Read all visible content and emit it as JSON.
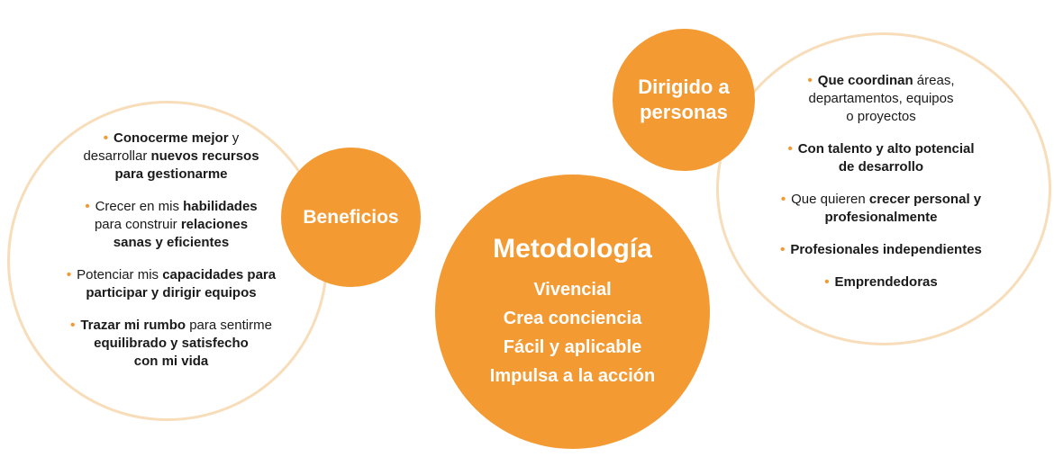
{
  "colors": {
    "accent": "#f39a33",
    "ring": "#f7ddb9",
    "text": "#1a1a1a"
  },
  "bullet_glyph": "•",
  "beneficios": {
    "title": "Beneficios",
    "items": [
      {
        "lines": [
          [
            {
              "t": "Conocerme mejor",
              "b": true
            },
            {
              "t": " y",
              "b": false
            }
          ],
          [
            {
              "t": "desarrollar ",
              "b": false
            },
            {
              "t": "nuevos recursos",
              "b": true
            }
          ],
          [
            {
              "t": "para gestionarme",
              "b": true
            }
          ]
        ]
      },
      {
        "lines": [
          [
            {
              "t": "Crecer en mis ",
              "b": false
            },
            {
              "t": "habilidades",
              "b": true
            }
          ],
          [
            {
              "t": "para construir ",
              "b": false
            },
            {
              "t": "relaciones",
              "b": true
            }
          ],
          [
            {
              "t": "sanas y eficientes",
              "b": true
            }
          ]
        ]
      },
      {
        "lines": [
          [
            {
              "t": "Potenciar mis ",
              "b": false
            },
            {
              "t": "capacidades para",
              "b": true
            }
          ],
          [
            {
              "t": "participar y dirigir equipos",
              "b": true
            }
          ]
        ]
      },
      {
        "lines": [
          [
            {
              "t": "Trazar mi rumbo",
              "b": true
            },
            {
              "t": " para sentirme",
              "b": false
            }
          ],
          [
            {
              "t": "equilibrado y satisfecho",
              "b": true
            }
          ],
          [
            {
              "t": "con mi vida",
              "b": true
            }
          ]
        ]
      }
    ]
  },
  "metodologia": {
    "title": "Metodología",
    "items": [
      "Vivencial",
      "Crea conciencia",
      "Fácil y aplicable",
      "Impulsa a la acción"
    ]
  },
  "dirigido": {
    "title_lines": [
      "Dirigido a",
      "personas"
    ],
    "items": [
      {
        "lines": [
          [
            {
              "t": "Que coordinan",
              "b": true
            },
            {
              "t": " áreas,",
              "b": false
            }
          ],
          [
            {
              "t": "departamentos, equipos",
              "b": false
            }
          ],
          [
            {
              "t": "o proyectos",
              "b": false
            }
          ]
        ]
      },
      {
        "lines": [
          [
            {
              "t": "Con talento y alto potencial",
              "b": true
            }
          ],
          [
            {
              "t": "de desarrollo",
              "b": true
            }
          ]
        ]
      },
      {
        "lines": [
          [
            {
              "t": "Que quieren ",
              "b": false
            },
            {
              "t": "crecer personal y",
              "b": true
            }
          ],
          [
            {
              "t": "profesionalmente",
              "b": true
            }
          ]
        ]
      },
      {
        "lines": [
          [
            {
              "t": "Profesionales independientes",
              "b": true
            }
          ]
        ]
      },
      {
        "lines": [
          [
            {
              "t": "Emprendedoras",
              "b": true
            }
          ]
        ]
      }
    ]
  }
}
